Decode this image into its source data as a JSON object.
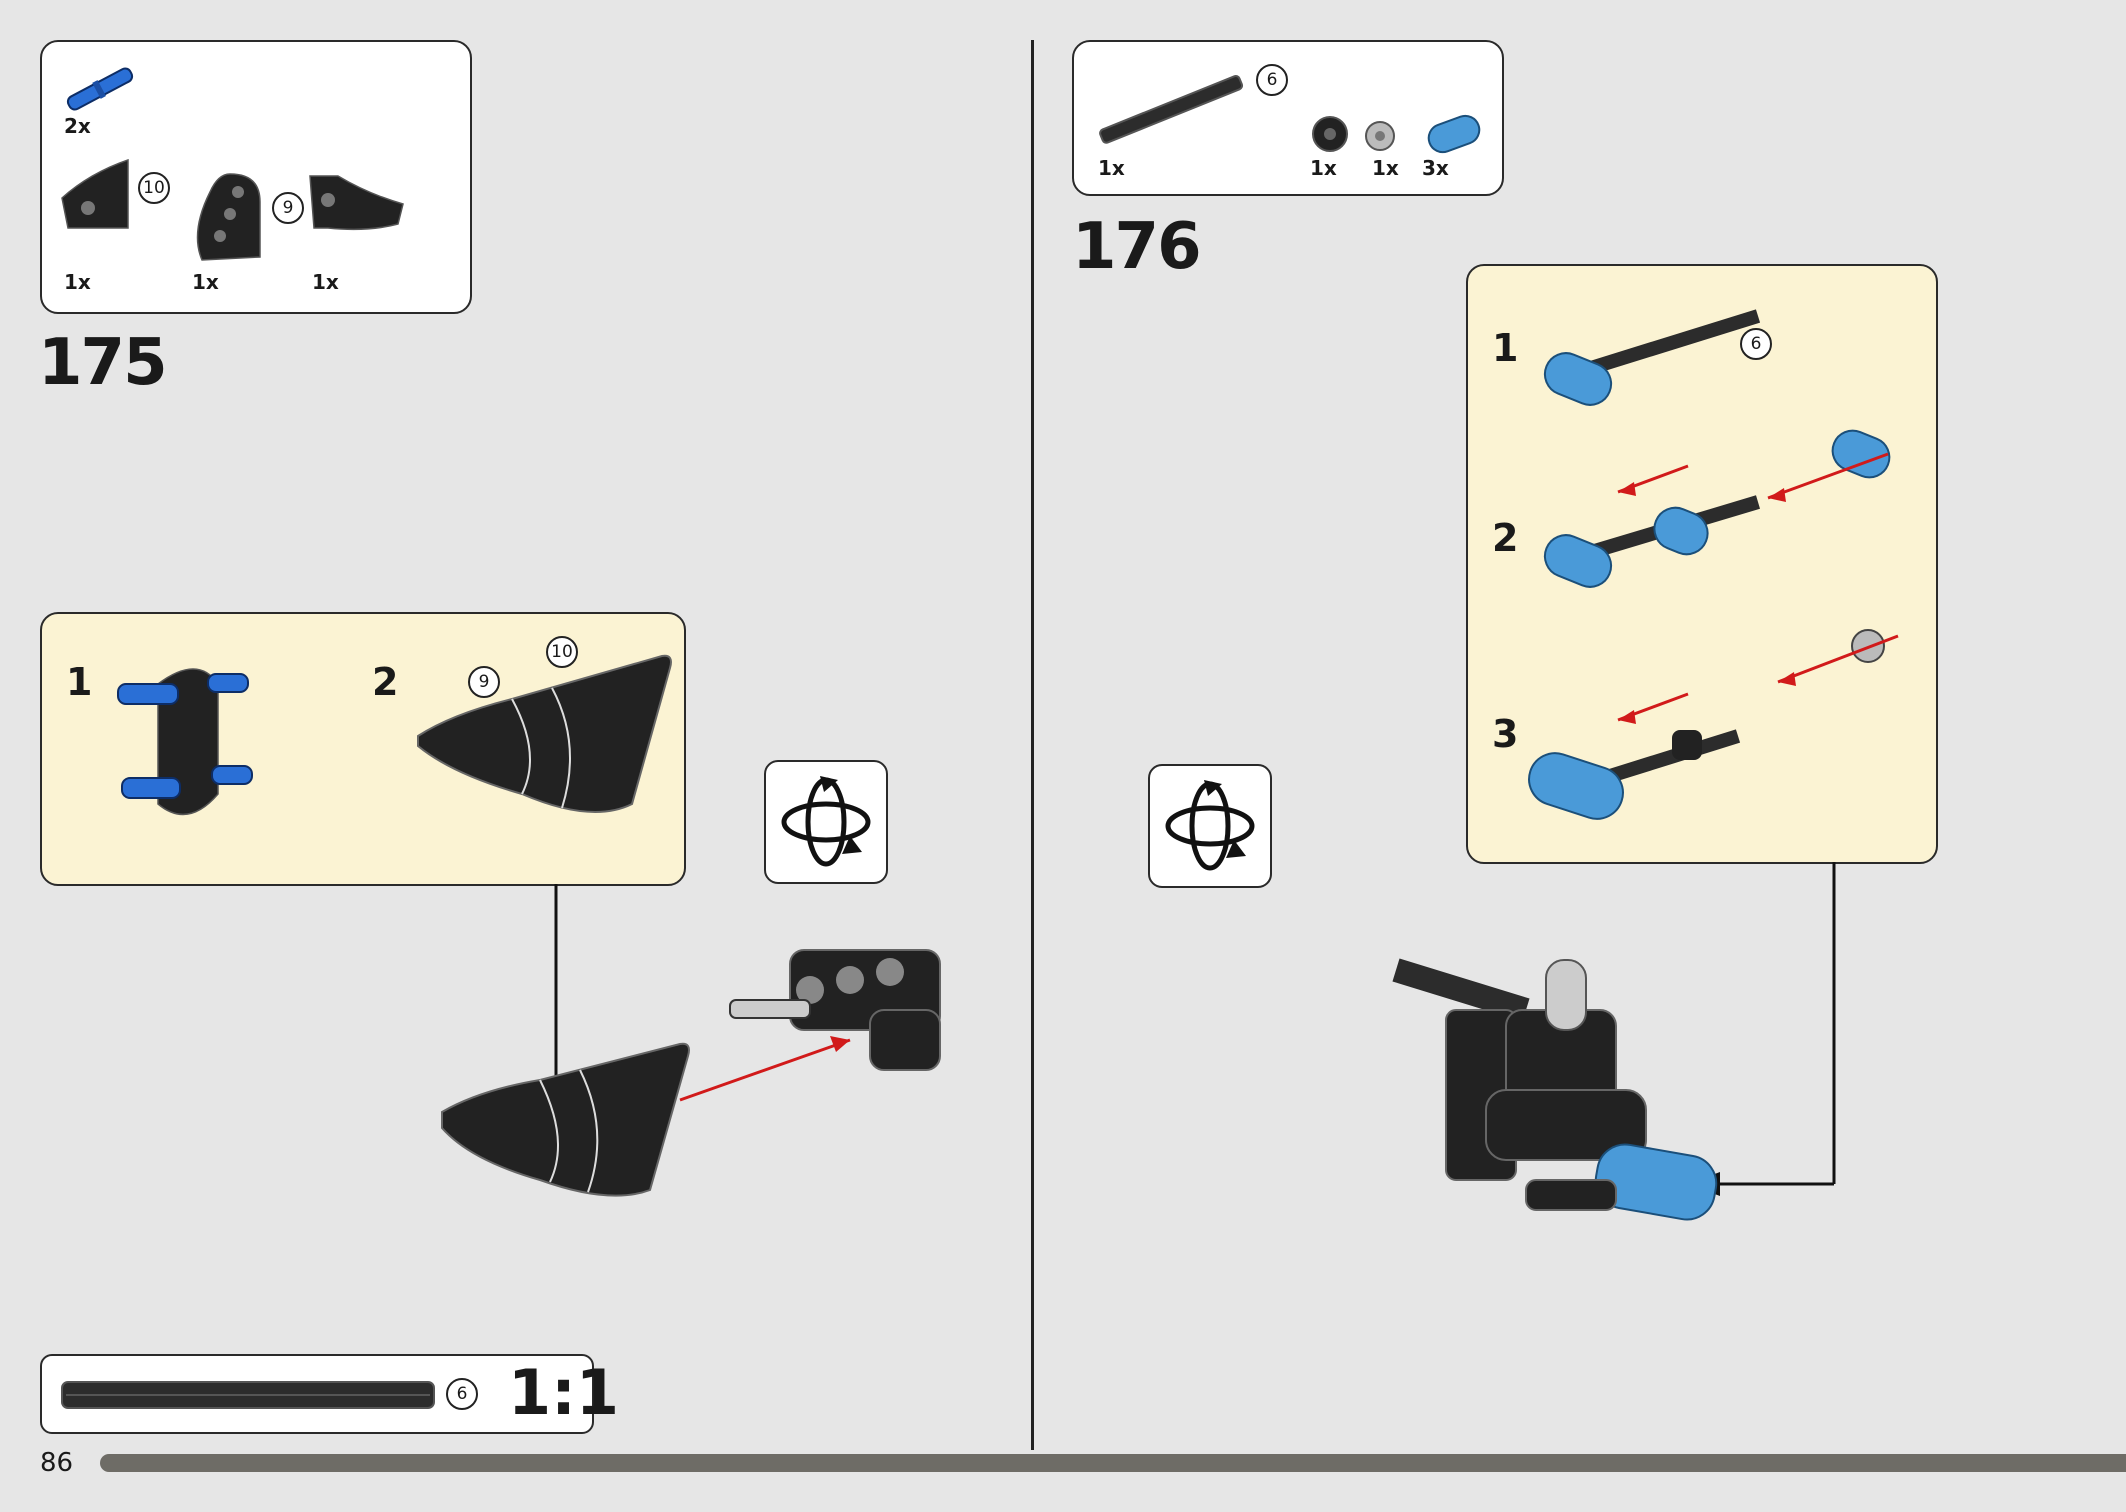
{
  "page_number": "86",
  "step_175": {
    "number": "175",
    "parts": [
      {
        "qty": "2x",
        "name": "pin-blue"
      },
      {
        "qty": "1x",
        "name": "panel-10"
      },
      {
        "qty": "1x",
        "name": "connector-block"
      },
      {
        "qty": "1x",
        "name": "panel-9"
      }
    ],
    "panel_callouts": [
      "10",
      "9"
    ],
    "substeps": [
      "1",
      "2"
    ],
    "sub_callouts": [
      "9",
      "10"
    ]
  },
  "step_176": {
    "number": "176",
    "parts": [
      {
        "qty": "1x",
        "name": "axle-6"
      },
      {
        "qty": "1x",
        "name": "bush-black"
      },
      {
        "qty": "1x",
        "name": "bush-grey"
      },
      {
        "qty": "3x",
        "name": "beam-blue"
      }
    ],
    "axle_callout": "6",
    "substeps": [
      "1",
      "2",
      "3"
    ],
    "sub_callout": "6"
  },
  "scale_ref": {
    "callout": "6",
    "label": "1:1"
  },
  "colors": {
    "background": "#e6e6e6",
    "subassembly": "#fbf3d3",
    "blue_part": "#2a6fd6",
    "azure_part": "#4a9ad8",
    "arrow_red": "#d11a1a"
  },
  "icons": [
    "rotate-model-icon",
    "rotate-model-icon"
  ]
}
